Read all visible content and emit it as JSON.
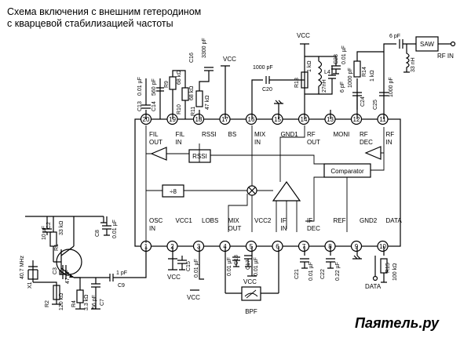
{
  "title": {
    "line1": "Схема включения с внешним гетеродином",
    "line2": "с кварцевой стабилизацией частоты"
  },
  "pins_top": [
    {
      "num": "20",
      "label1": "FIL",
      "label2": "OUT"
    },
    {
      "num": "19",
      "label1": "FIL",
      "label2": "IN"
    },
    {
      "num": "18",
      "label1": "RSSI",
      "label2": ""
    },
    {
      "num": "17",
      "label1": "BS",
      "label2": ""
    },
    {
      "num": "16",
      "label1": "MIX",
      "label2": "IN"
    },
    {
      "num": "15",
      "label1": "GND1",
      "label2": ""
    },
    {
      "num": "14",
      "label1": "RF",
      "label2": "OUT"
    },
    {
      "num": "13",
      "label1": "MONI",
      "label2": ""
    },
    {
      "num": "12",
      "label1": "RF",
      "label2": "DEC"
    },
    {
      "num": "11",
      "label1": "RF",
      "label2": "IN"
    }
  ],
  "pins_bottom": [
    {
      "num": "1",
      "label1": "OSC",
      "label2": "IN"
    },
    {
      "num": "2",
      "label1": "VCC1",
      "label2": ""
    },
    {
      "num": "3",
      "label1": "LOBS",
      "label2": ""
    },
    {
      "num": "4",
      "label1": "MIX",
      "label2": "OUT"
    },
    {
      "num": "5",
      "label1": "VCC2",
      "label2": ""
    },
    {
      "num": "6",
      "label1": "IF",
      "label2": "IN"
    },
    {
      "num": "7",
      "label1": "IF",
      "label2": "DEC"
    },
    {
      "num": "8",
      "label1": "REF",
      "label2": ""
    },
    {
      "num": "9",
      "label1": "GND2",
      "label2": ""
    },
    {
      "num": "10",
      "label1": "DATA",
      "label2": ""
    }
  ],
  "blocks": {
    "rssi": "RSSI",
    "comparator": "Comparator",
    "divider": "÷8",
    "saw": "SAW",
    "bpf": "BPF"
  },
  "components": {
    "c13": "C13",
    "c13_val": "0.01 µF",
    "c14": "C14",
    "c14_val": "560 pF",
    "r9": "R9",
    "r9_val": "68 kΩ",
    "r10": "R10",
    "r10_val": "68 kΩ",
    "c16": "C16",
    "c16_val": "3300 pF",
    "r11": "R11",
    "r11_val": "47 kΩ",
    "c20": "C20",
    "c20_val": "1000 pF",
    "r13": "R13",
    "r13_val": "1 kΩ",
    "l4": "L4",
    "l4_val": "27nH",
    "c19": "C19",
    "c19_val": "6 pF",
    "c23": "C23",
    "c23_val": "0.01 µF",
    "c24": "C24",
    "c24_val": "1000 pF",
    "c25": "C25",
    "c25_val": "1000 pF",
    "r14": "R14",
    "r14_val": "1 kΩ",
    "l_in": "33 nH",
    "c_in": "6 pF",
    "c2": "C2",
    "c2_val": "10 µF",
    "r1": "R1",
    "r1_val": "33 kΩ",
    "c8": "C8",
    "c8_val": "0.01 µF",
    "c3": "C3",
    "c3_val": "47 pF",
    "x1": "X1",
    "x1_val": "40.7 MHz",
    "r2": "R2",
    "r2_val": "120 kΩ",
    "r4": "R4",
    "r4_val": "3.3 kΩ",
    "c7": "C7",
    "c7_val": "56 pF",
    "c9": "C9",
    "c9_val": "1 pF",
    "c15": "C15",
    "c15_val": "0.01 µF",
    "c18": "C18",
    "c18_val": "0.01 µF",
    "c17": "C17",
    "c17_val": "0.01 µF",
    "c21": "C21",
    "c21_val": "0.01 µF",
    "c22": "C22",
    "c22_val": "0.22 µF",
    "r15": "R15",
    "r15_val": "100 kΩ"
  },
  "labels": {
    "vcc": "VCC",
    "rf_in": "RF IN",
    "data": "DATA"
  },
  "watermark": "Паятель.ру"
}
